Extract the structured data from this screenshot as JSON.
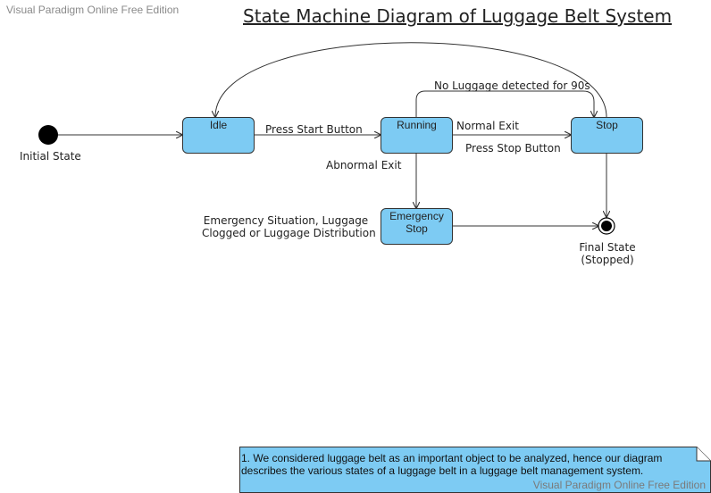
{
  "watermark": "Visual Paradigm Online Free Edition",
  "title": "State Machine Diagram of Luggage Belt System",
  "states": {
    "idle": "Idle",
    "running": "Running",
    "stop": "Stop",
    "emergency_line1": "Emergency",
    "emergency_line2": "Stop"
  },
  "pseudostates": {
    "initial": "Initial State",
    "final_line1": "Final State",
    "final_line2": "(Stopped)"
  },
  "transitions": {
    "press_start": "Press Start Button",
    "normal_exit": "Normal Exit",
    "press_stop": "Press Stop Button",
    "no_luggage": "No Luggage detected for 90s",
    "abnormal_exit": "Abnormal Exit",
    "emergency_line1": "Emergency Situation, Luggage",
    "emergency_line2": "Clogged or Luggage Distribution"
  },
  "note": {
    "text": "1. We considered luggage belt as an important object to be  analyzed, hence our diagram describes the various states of  a luggage belt in a luggage belt management system.",
    "watermark": "Visual Paradigm Online Free Edition"
  },
  "colors": {
    "state_fill": "#7dcbf3",
    "line": "#333333"
  }
}
